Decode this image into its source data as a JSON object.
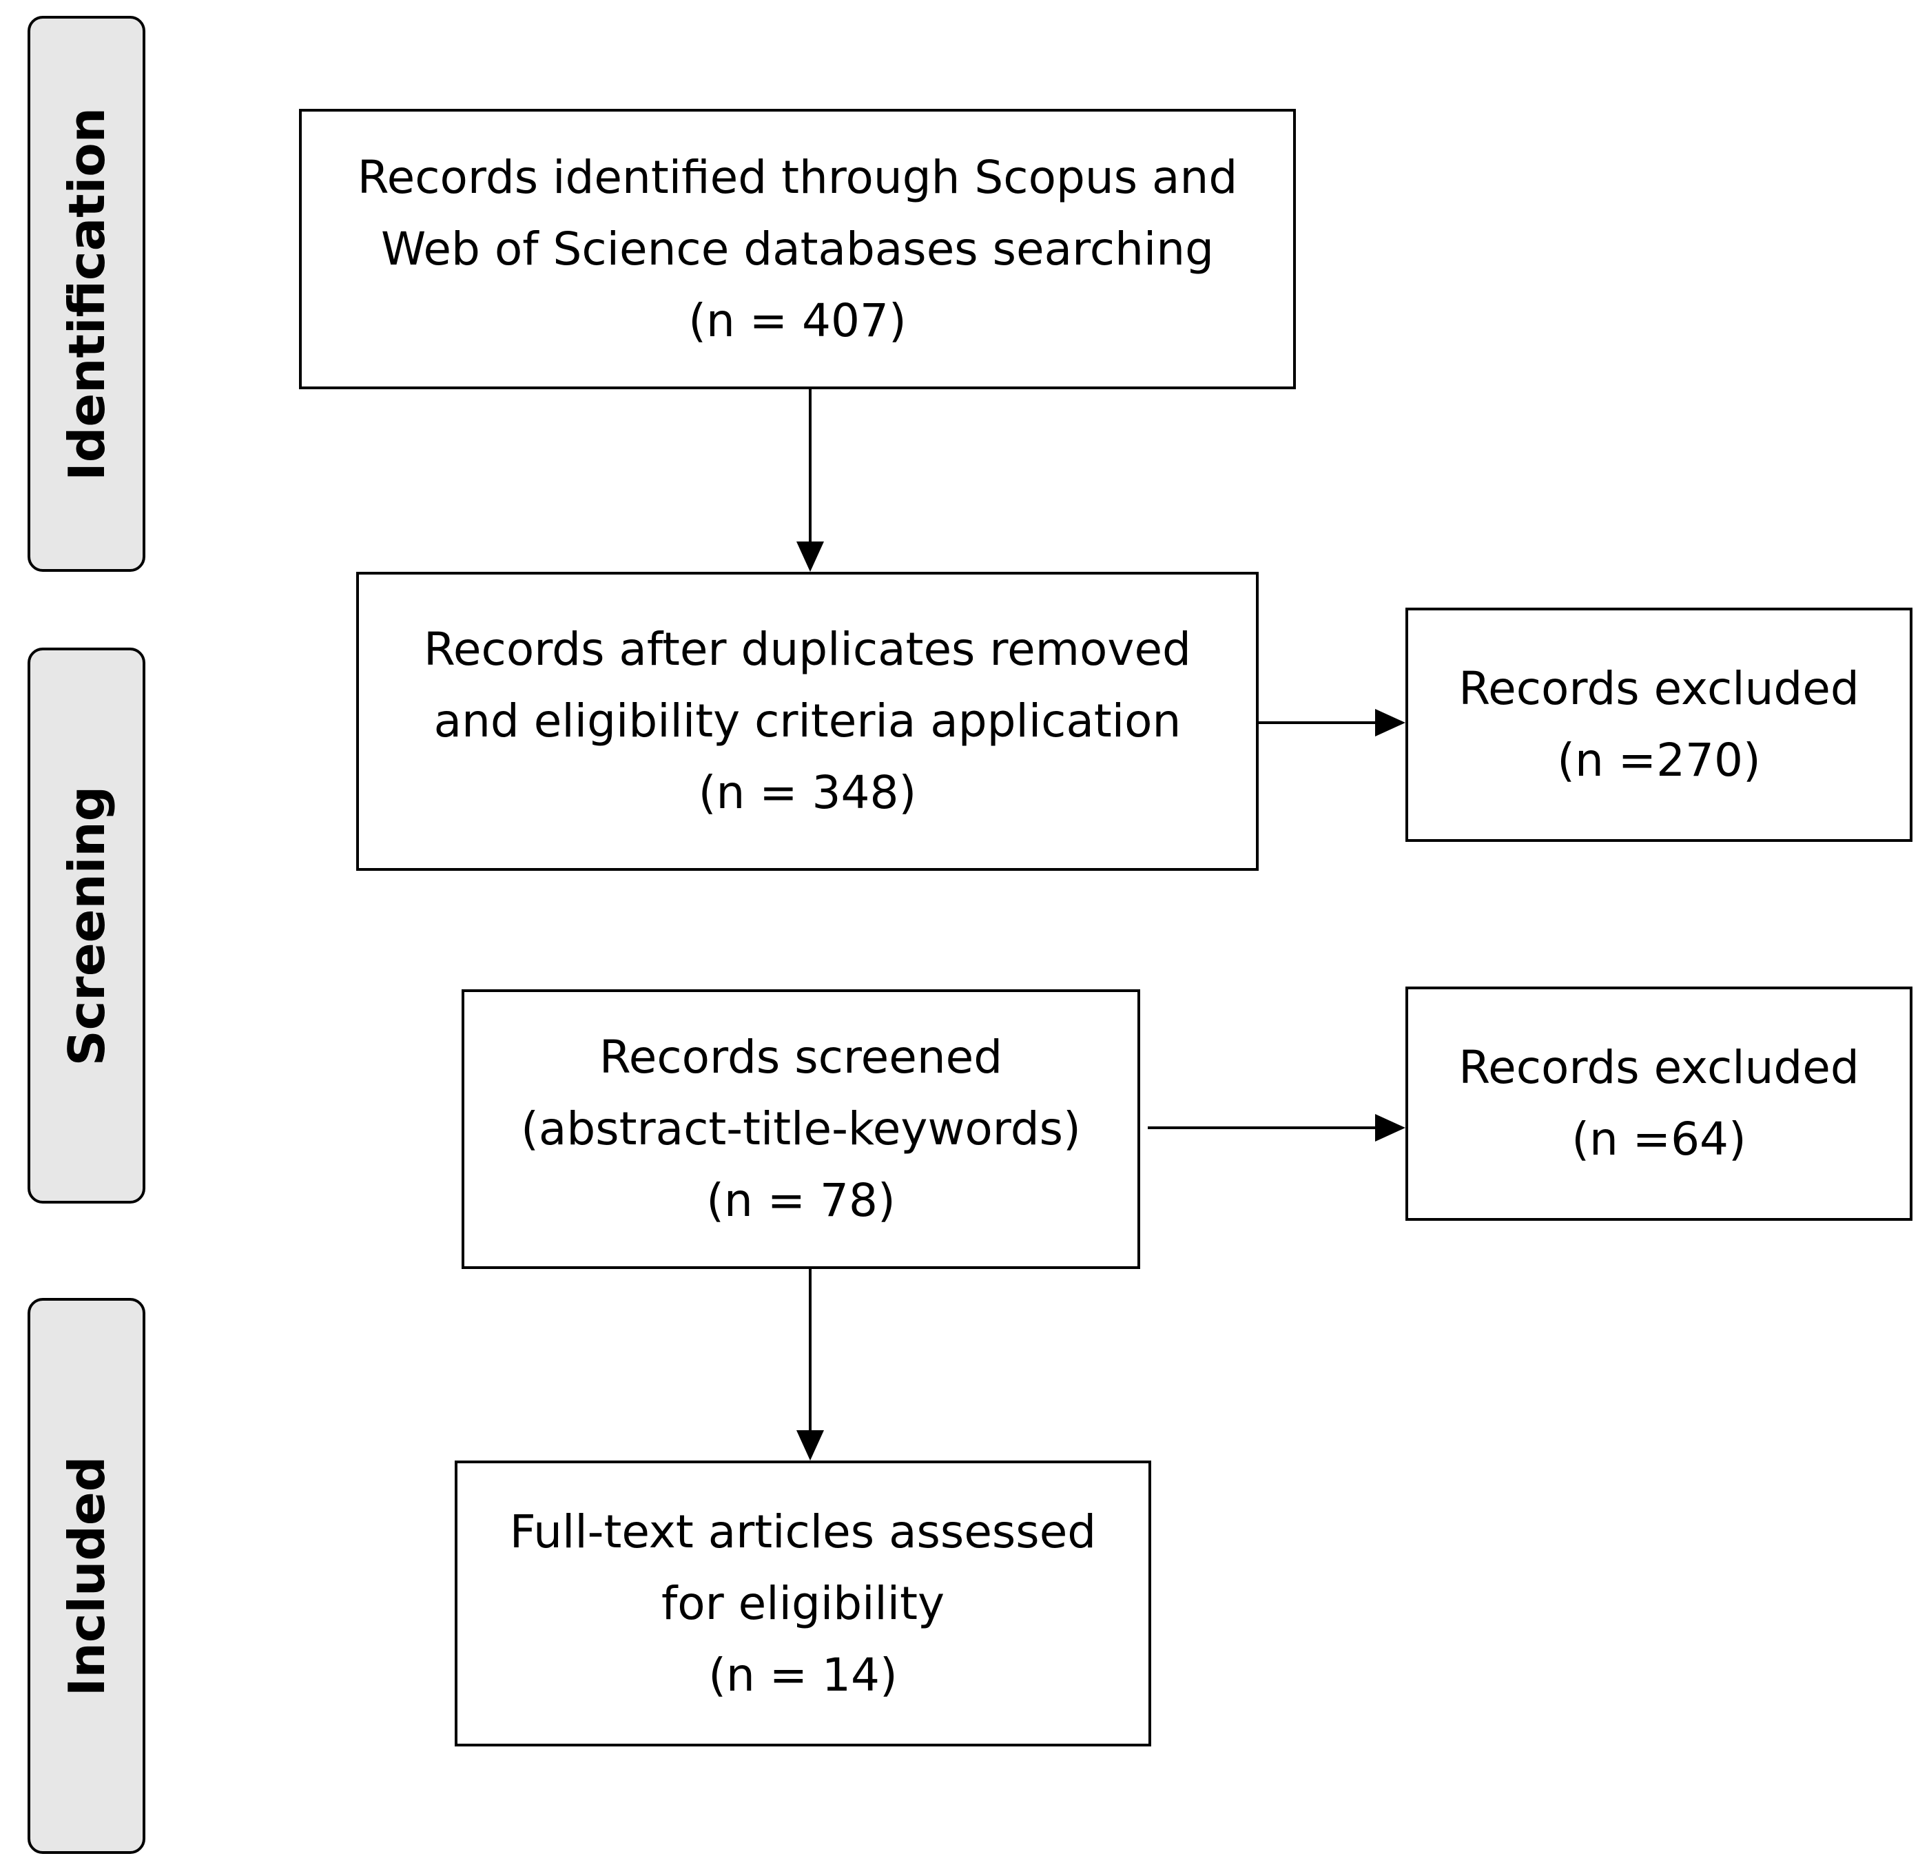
{
  "stages": {
    "identification": "Identification",
    "screening": "Screening",
    "included": "Included"
  },
  "boxes": {
    "identified": {
      "line1": "Records identified through Scopus and",
      "line2": "Web of Science databases searching",
      "count": "(n = 407)"
    },
    "after_duplicates": {
      "line1": "Records after duplicates removed",
      "line2": "and eligibility criteria application",
      "count": "(n = 348)"
    },
    "excluded_first": {
      "line1": "Records excluded",
      "count": "(n =270)"
    },
    "screened": {
      "line1": "Records screened",
      "line2": "(abstract-title-keywords)",
      "count": "(n = 78)"
    },
    "excluded_second": {
      "line1": "Records excluded",
      "count": "(n =64)"
    },
    "full_text": {
      "line1": "Full-text articles assessed",
      "line2": "for eligibility",
      "count": "(n = 14)"
    }
  }
}
